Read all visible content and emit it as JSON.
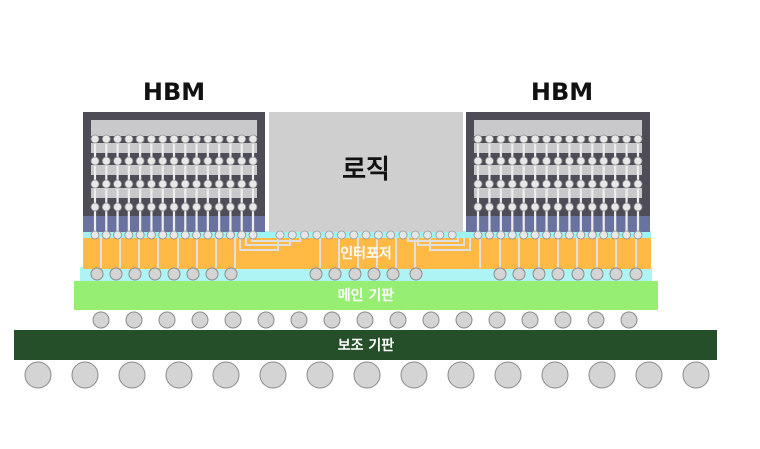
{
  "labels": {
    "hbm_left": "HBM",
    "hbm_right": "HBM",
    "logic": "로직",
    "interposer": "인터포저",
    "main_substrate": "메인 기판",
    "aux_substrate": "보조 기판"
  },
  "colors": {
    "hbm_frame": "#4e4d57",
    "hbm_stack": "#c9c9cb",
    "hbm_base": "#6a73a0",
    "logic_die": "#cfcfcf",
    "interposer": "#ffb944",
    "interposer_top": "#9ff3f3",
    "main_substrate": "#96ee72",
    "aux_substrate": "#244f28",
    "bump": "#d4d4d4",
    "label_dark": "#111111",
    "label_light": "#ffffff"
  }
}
